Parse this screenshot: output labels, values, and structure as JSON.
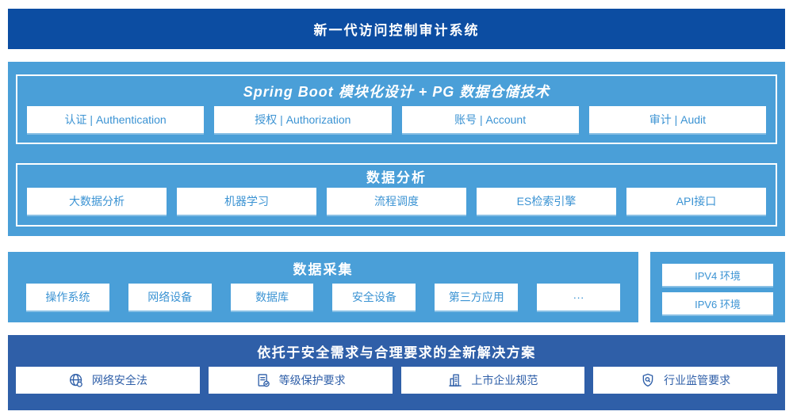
{
  "colors": {
    "banner_blue": "#0c4da2",
    "section_blue": "#4a9fd8",
    "solution_blue": "#2f5fa8",
    "item_text_blue": "#3b93d3"
  },
  "banner": {
    "title": "新一代访问控制审计系统"
  },
  "platform": {
    "spring": {
      "title": "Spring Boot 模块化设计 + PG 数据仓储技术",
      "items": [
        {
          "label": "认证 | Authentication"
        },
        {
          "label": "授权 | Authorization"
        },
        {
          "label": "账号 | Account"
        },
        {
          "label": "审计 | Audit"
        }
      ]
    },
    "analysis": {
      "title": "数据分析",
      "items": [
        {
          "label": "大数据分析"
        },
        {
          "label": "机器学习"
        },
        {
          "label": "流程调度"
        },
        {
          "label": "ES检索引擎"
        },
        {
          "label": "API接口"
        }
      ]
    }
  },
  "collection": {
    "title": "数据采集",
    "items": [
      {
        "label": "操作系统"
      },
      {
        "label": "网络设备"
      },
      {
        "label": "数据库"
      },
      {
        "label": "安全设备"
      },
      {
        "label": "第三方应用"
      },
      {
        "label": "···"
      }
    ]
  },
  "environments": {
    "items": [
      {
        "label": "IPV4 环境"
      },
      {
        "label": "IPV6 环境"
      }
    ]
  },
  "solution": {
    "title": "依托于安全需求与合理要求的全新解决方案",
    "items": [
      {
        "icon": "globe-icon",
        "label": "网络安全法"
      },
      {
        "icon": "document-check-icon",
        "label": "等级保护要求"
      },
      {
        "icon": "building-icon",
        "label": "上市企业规范"
      },
      {
        "icon": "shield-search-icon",
        "label": "行业监管要求"
      }
    ]
  }
}
